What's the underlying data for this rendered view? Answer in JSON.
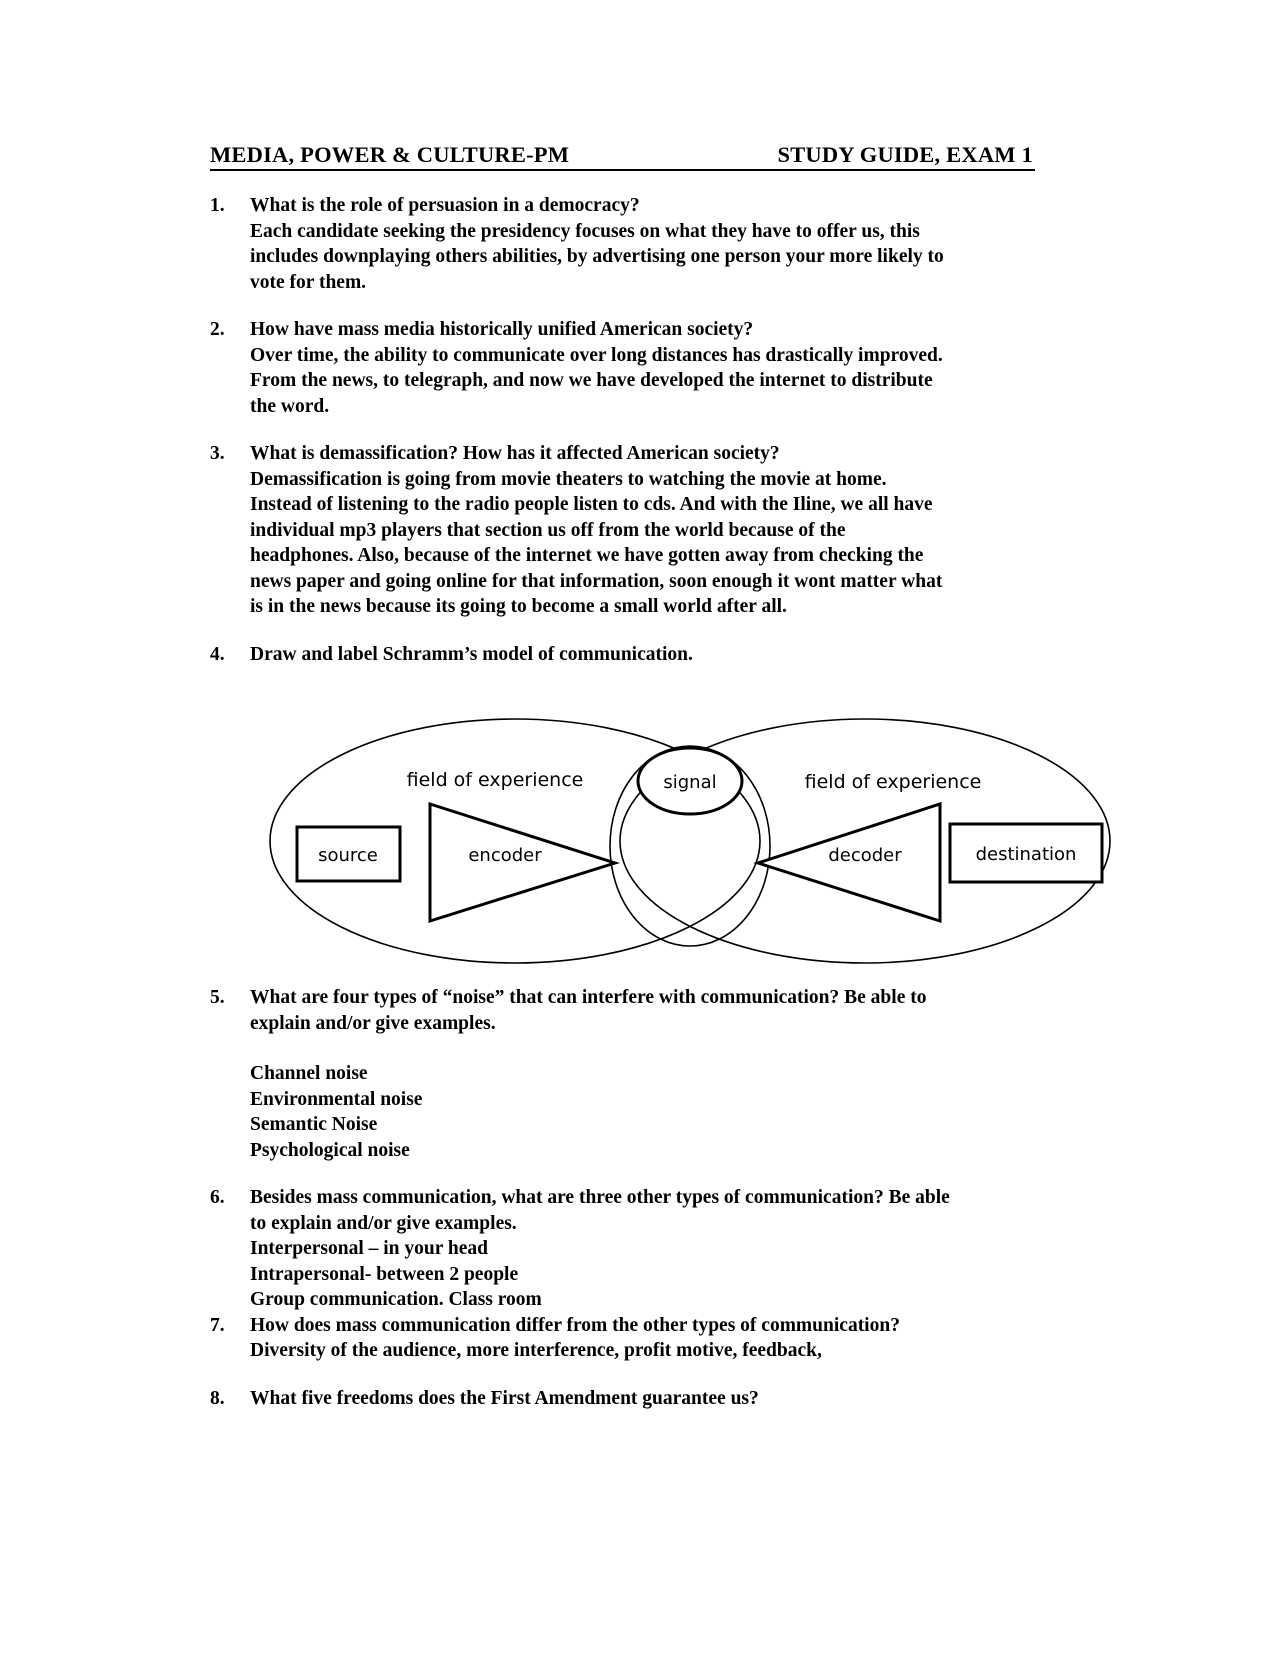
{
  "document": {
    "header": {
      "left_title": "MEDIA, POWER & CULTURE-PM",
      "right_title": "STUDY GUIDE, EXAM 1"
    },
    "questions": [
      {
        "number": "1.",
        "prompt": "What is the role of persuasion in a democracy?",
        "answer_lines": [
          "Each candidate seeking the presidency focuses on what they have to offer us, this",
          "includes downplaying others abilities, by advertising one person your more likely to",
          "vote for them."
        ]
      },
      {
        "number": "2.",
        "prompt": "How have mass media historically unified American society?",
        "answer_lines": [
          "Over time, the ability to communicate over long distances has drastically improved.",
          "From the news, to telegraph, and now we have developed the internet to distribute",
          "the word."
        ]
      },
      {
        "number": "3.",
        "prompt": "What is demassification? How has it affected American society?",
        "answer_lines": [
          "Demassification is going from movie theaters to watching the movie at home.",
          "Instead of listening to the radio people listen to cds. And with the Iline, we all have",
          "individual mp3 players that section us off from the world because of the",
          "headphones. Also, because of the internet we have gotten away from checking the",
          "news paper and going online for that information, soon enough it wont matter what",
          "is in the news because its going to become a small world after all."
        ]
      },
      {
        "number": "4.",
        "prompt": "Draw and label Schramm’s model of communication.",
        "answer_lines": []
      },
      {
        "number": "5.",
        "prompt_lines": [
          "What are four types of “noise” that can interfere with communication? Be able to",
          "explain and/or give examples."
        ],
        "noise_types": [
          "Channel noise",
          "Environmental noise",
          "Semantic Noise",
          "Psychological noise"
        ]
      },
      {
        "number": "6.",
        "prompt_lines": [
          "Besides mass communication, what are three other types of communication? Be able",
          "to explain and/or give examples."
        ],
        "answer_lines": [
          "Interpersonal – in your head",
          "Intrapersonal- between 2 people",
          "Group communication.  Class room"
        ]
      },
      {
        "number": "7.",
        "prompt": "How does mass communication differ from the other types of communication?",
        "answer_lines": [
          "Diversity of the audience, more interference, profit motive, feedback,"
        ]
      },
      {
        "number": "8.",
        "prompt": "What five freedoms does the First Amendment guarantee us?",
        "answer_lines": []
      }
    ],
    "diagram": {
      "title": "schramm-model-of-communication",
      "labels": {
        "field_of_experience_left": "field of experience",
        "field_of_experience_right": "field of experience",
        "signal": "signal",
        "source": "source",
        "encoder": "encoder",
        "decoder": "decoder",
        "destination": "destination"
      },
      "stroke_color": "#000000",
      "fill_color": "#ffffff"
    }
  }
}
